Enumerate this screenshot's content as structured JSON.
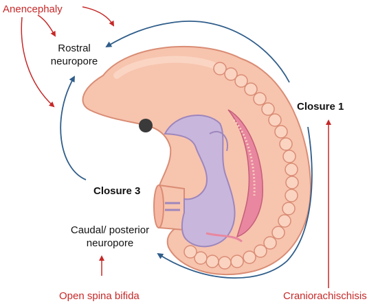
{
  "labels": {
    "anencephaly": "Anencephaly",
    "rostral_line1": "Rostral",
    "rostral_line2": "neuropore",
    "closure1": "Closure 1",
    "closure3": "Closure 3",
    "caudal_line1": "Caudal/ posterior",
    "caudal_line2": "neuropore",
    "open_spina_bifida": "Open spina bifida",
    "craniorachischisis": "Craniorachischisis"
  },
  "colors": {
    "defect_arrows": "#c62828",
    "closure_arrows": "#2f5d8a",
    "embryo_skin": "#f7c4ae",
    "embryo_outline": "#d98c74",
    "neural_tube": "#c9b6dc",
    "heart": "#e8879f",
    "eye": "#3a3a3a"
  }
}
